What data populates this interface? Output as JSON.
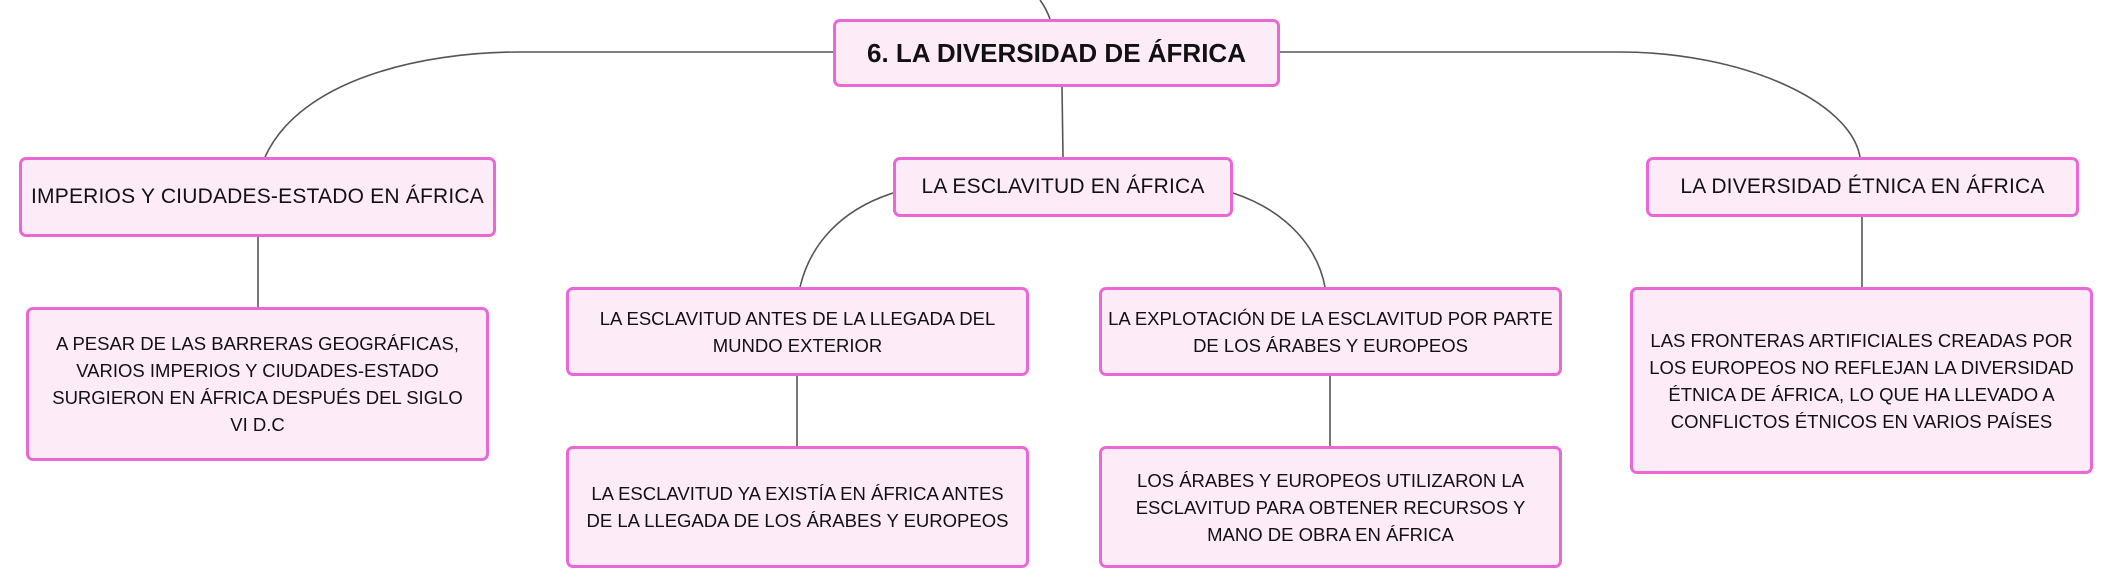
{
  "diagram": {
    "root": {
      "label": "6. LA DIVERSIDAD DE ÁFRICA"
    },
    "branches": [
      {
        "label": "IMPERIOS Y CIUDADES-ESTADO EN ÁFRICA",
        "children": [
          {
            "label": "A PESAR DE LAS BARRERAS GEOGRÁFICAS, VARIOS IMPERIOS Y CIUDADES-ESTADO SURGIERON EN ÁFRICA DESPUÉS DEL SIGLO VI D.C"
          }
        ]
      },
      {
        "label": "LA ESCLAVITUD EN ÁFRICA",
        "children": [
          {
            "label": "LA ESCLAVITUD ANTES DE LA LLEGADA DEL MUNDO EXTERIOR",
            "children": [
              {
                "label": "LA ESCLAVITUD YA EXISTÍA EN ÁFRICA ANTES DE LA LLEGADA DE LOS ÁRABES Y EUROPEOS"
              }
            ]
          },
          {
            "label": "LA EXPLOTACIÓN DE LA ESCLAVITUD POR PARTE DE LOS ÁRABES Y EUROPEOS",
            "children": [
              {
                "label": "LOS ÁRABES Y EUROPEOS UTILIZARON LA ESCLAVITUD PARA OBTENER RECURSOS Y MANO DE OBRA EN ÁFRICA"
              }
            ]
          }
        ]
      },
      {
        "label": "LA DIVERSIDAD ÉTNICA EN ÁFRICA",
        "children": [
          {
            "label": "LAS FRONTERAS ARTIFICIALES CREADAS POR LOS EUROPEOS NO REFLEJAN LA DIVERSIDAD ÉTNICA DE ÁFRICA, LO QUE HA LLEVADO A CONFLICTOS ÉTNICOS EN VARIOS PAÍSES"
          }
        ]
      }
    ]
  },
  "colors": {
    "node_fill": "#fdebf8",
    "node_border": "#ea68d6",
    "connector": "#555555",
    "text": "#111111"
  }
}
